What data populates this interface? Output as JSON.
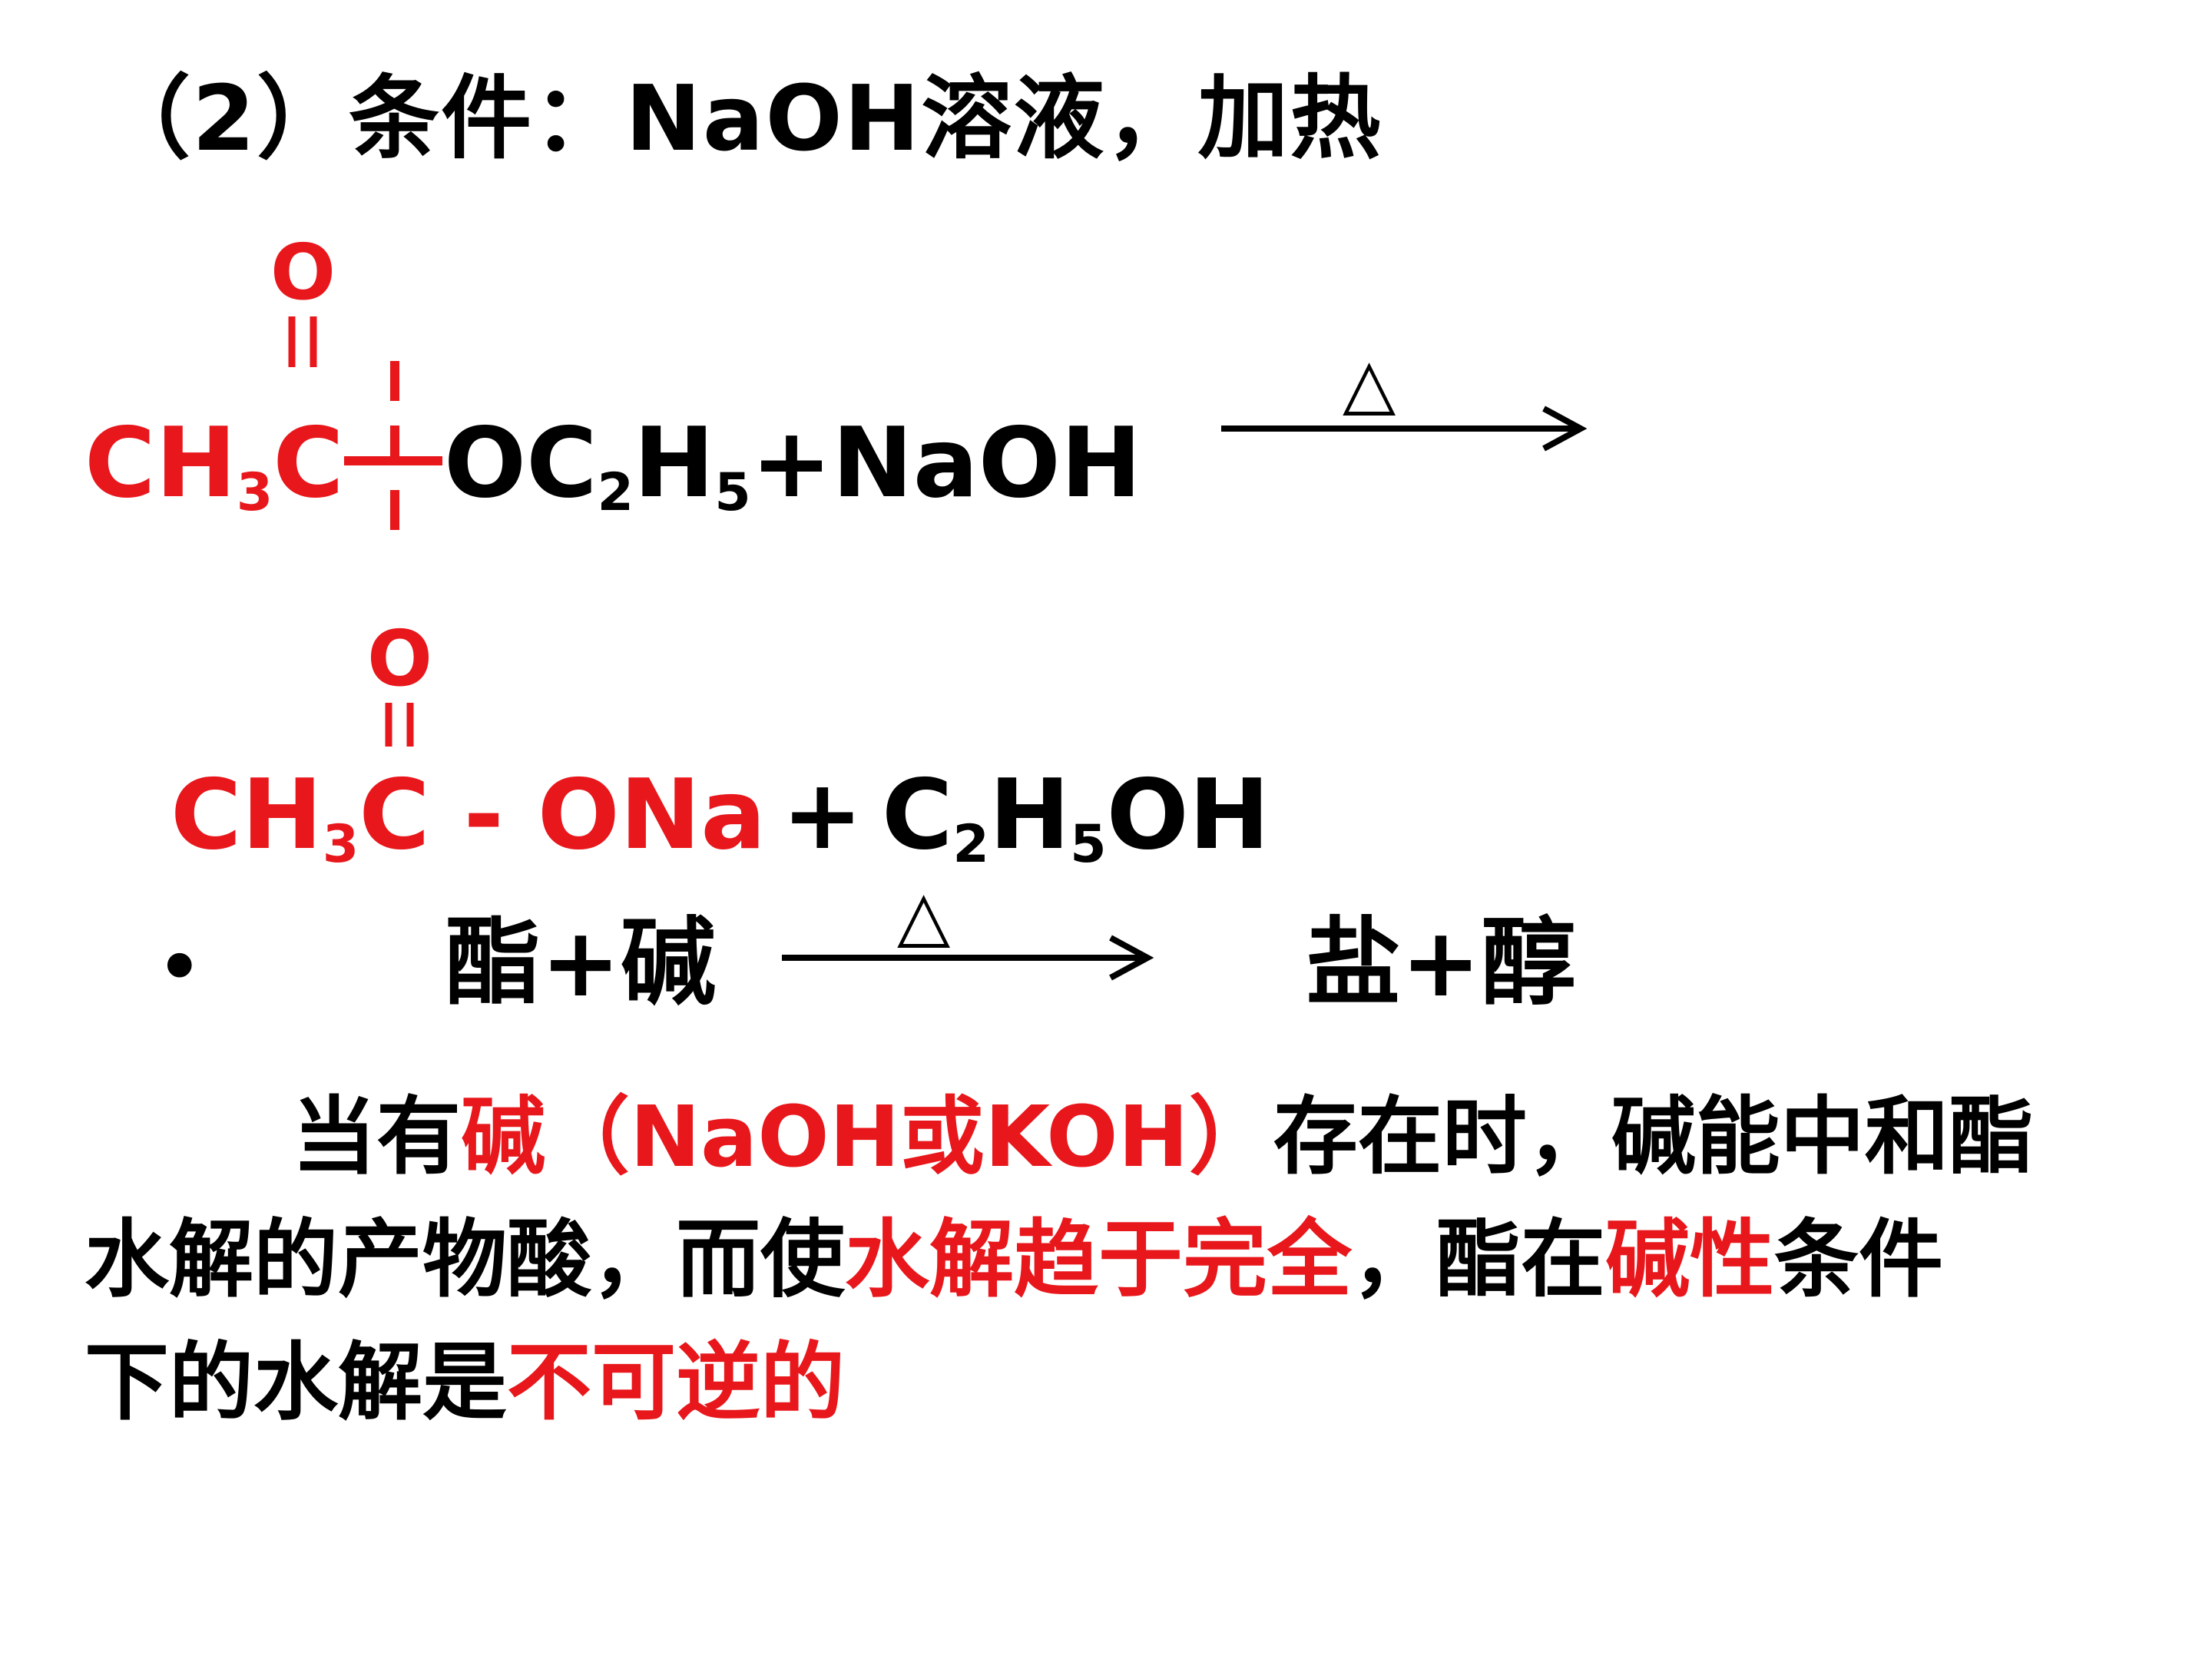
{
  "title": "（2）条件：NaOH溶液，加热",
  "reaction1": {
    "carbonyl_o": "O",
    "reactant_red": "CH",
    "reactant_red_sub": "3",
    "reactant_red_c": "C",
    "ester_part_1": "OC",
    "ester_sub_1": "2",
    "ester_part_2": "H",
    "ester_sub_2": "5",
    "plus_naoh": "+NaOH",
    "condition_symbol": "△"
  },
  "reaction2": {
    "carbonyl_o": "O",
    "product_red_1": "CH",
    "product_red_sub": "3",
    "product_red_2": "C - ONa",
    "plus": "+",
    "alcohol_1": "C",
    "alcohol_sub_1": "2",
    "alcohol_2": "H",
    "alcohol_sub_2": "5",
    "alcohol_3": "OH"
  },
  "word_equation": {
    "bullet": "•",
    "reactants": "酯+碱",
    "condition_symbol": "△",
    "products": "盐+醇"
  },
  "paragraph": {
    "l1_a": "当有",
    "l1_b": "碱（NaOH或KOH）",
    "l1_c": "存在时，碱能中和酯",
    "l2_a": "水解的产物酸，而使",
    "l2_b": "水解趋于完全",
    "l2_c": "，酯在",
    "l2_d": "碱性",
    "l2_e": "条件",
    "l3_a": "下的水解是",
    "l3_b": "不可逆的"
  },
  "colors": {
    "accent": "#e8171c",
    "text": "#000000"
  }
}
